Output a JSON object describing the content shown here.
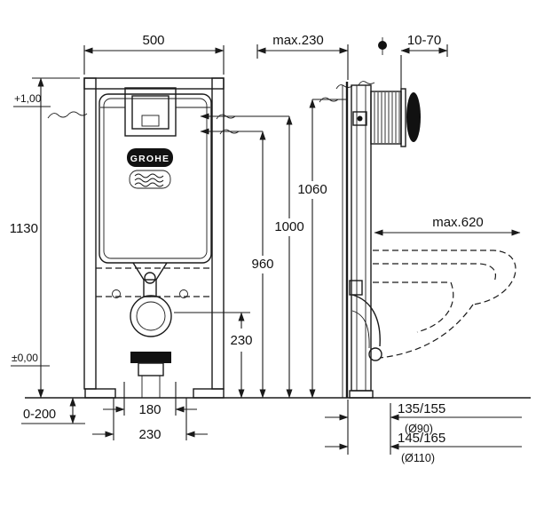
{
  "brand": "GROHE",
  "dims": {
    "frame_width": "500",
    "frame_height": "1130",
    "level_top": "+1,00",
    "level_floor": "±0,00",
    "foot_adjust": "0-200",
    "bolt_spacing": "180",
    "rail_spacing": "230",
    "outlet_height": "230",
    "plate_bottom_height": "960",
    "plate_top_height": "1000",
    "side_frame_height": "1060",
    "top_depth_max": "max.230",
    "wall_clearance": "10-70",
    "bowl_depth_max": "max.620",
    "outlet_offset_90": "135/155",
    "outlet_dia_90": "(Ø90)",
    "outlet_offset_110": "145/165",
    "outlet_dia_110": "(Ø110)"
  }
}
